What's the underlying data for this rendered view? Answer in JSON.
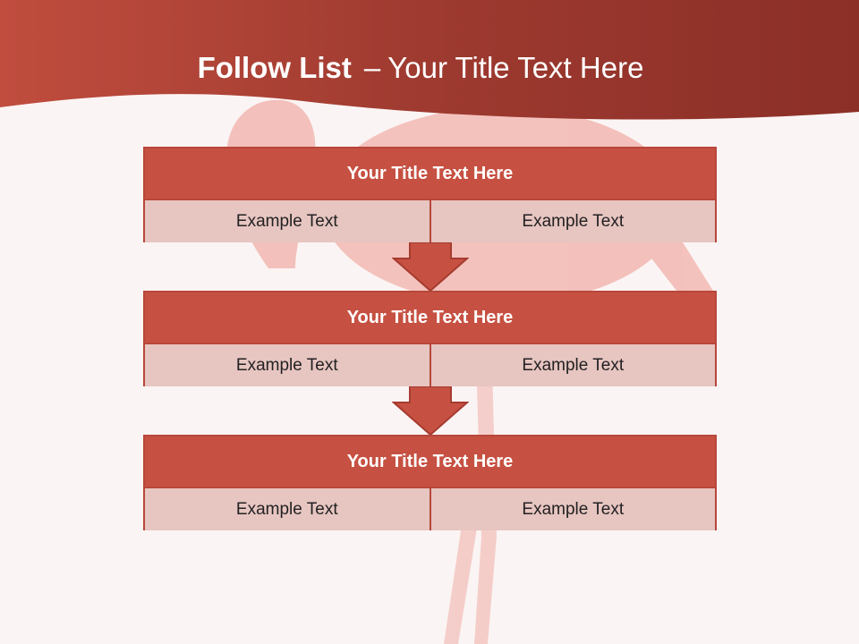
{
  "slide": {
    "title_bold": "Follow List",
    "title_separator": "–",
    "title_rest": "Your Title Text Here"
  },
  "steps": [
    {
      "title": "Your Title Text Here",
      "left_text": "Example Text",
      "right_text": "Example Text"
    },
    {
      "title": "Your Title Text Here",
      "left_text": "Example Text",
      "right_text": "Example Text"
    },
    {
      "title": "Your Title Text Here",
      "left_text": "Example Text",
      "right_text": "Example Text"
    }
  ],
  "colors": {
    "header_band": "#a2392f",
    "block_header": "#c65142",
    "block_cell": "#e7c5c1",
    "border": "#b7473a",
    "background": "#fbf4f4"
  },
  "icons": {
    "connector": "arrow-down-icon",
    "background_image": "flamingo-photo"
  }
}
